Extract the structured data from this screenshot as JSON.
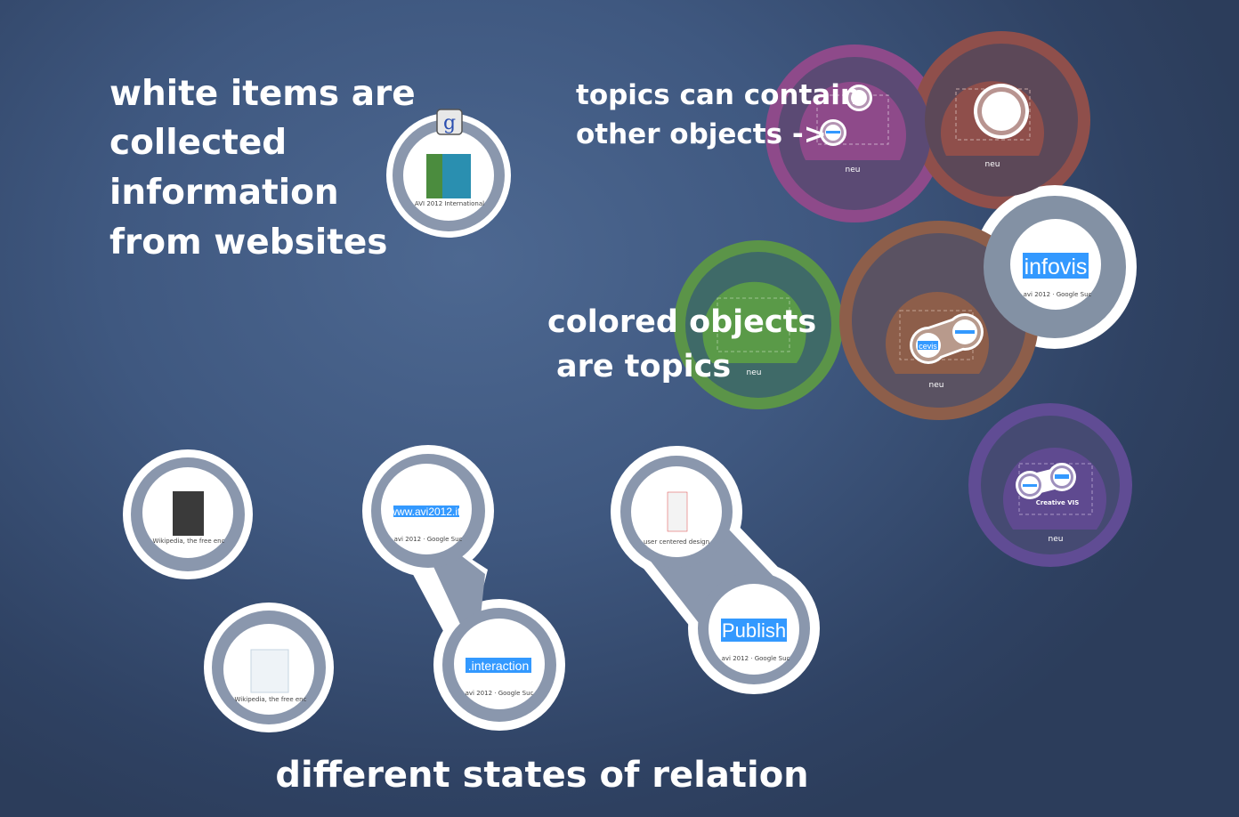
{
  "annotations": {
    "white_items": [
      "white items are",
      "collected",
      "information",
      "from websites"
    ],
    "topics_contain": [
      "topics can contain",
      "other objects ->"
    ],
    "colored_objects": [
      "colored objects",
      "are topics"
    ],
    "relation_states": "different states of relation"
  },
  "items": {
    "google": {
      "caption": "AVI 2012 International",
      "icon": "google-g-icon"
    },
    "wiki1": {
      "caption": "Wikipedia, the free enc"
    },
    "wiki2": {
      "caption": "Wikipedia, the free enc"
    },
    "avi": {
      "highlight": "www.avi2012.it/",
      "caption": "avi 2012 · Google Suc"
    },
    "interaction": {
      "highlight": ".interaction",
      "caption": "avi 2012 · Google Suc"
    },
    "ucd": {
      "caption": "user centered design"
    },
    "publish": {
      "highlight": "Publish",
      "caption": "avi 2012 · Google Suc"
    },
    "infovis": {
      "highlight": "infovis",
      "caption": "avi 2012 · Google Suc"
    }
  },
  "topics": {
    "magenta": {
      "label": "neu",
      "color": "#8e4a8a"
    },
    "brown": {
      "label": "neu",
      "color": "#8f4f4b"
    },
    "green": {
      "label": "neu",
      "color": "#5b9448"
    },
    "orange": {
      "label": "neu",
      "color": "#8d5e4a",
      "inner_highlight": "cevis"
    },
    "purple": {
      "label": "neu",
      "color": "#604c94",
      "inner_label": "Creative VIS"
    }
  },
  "colors": {
    "ring": "#8a97ad",
    "highlight": "#3399ff"
  }
}
